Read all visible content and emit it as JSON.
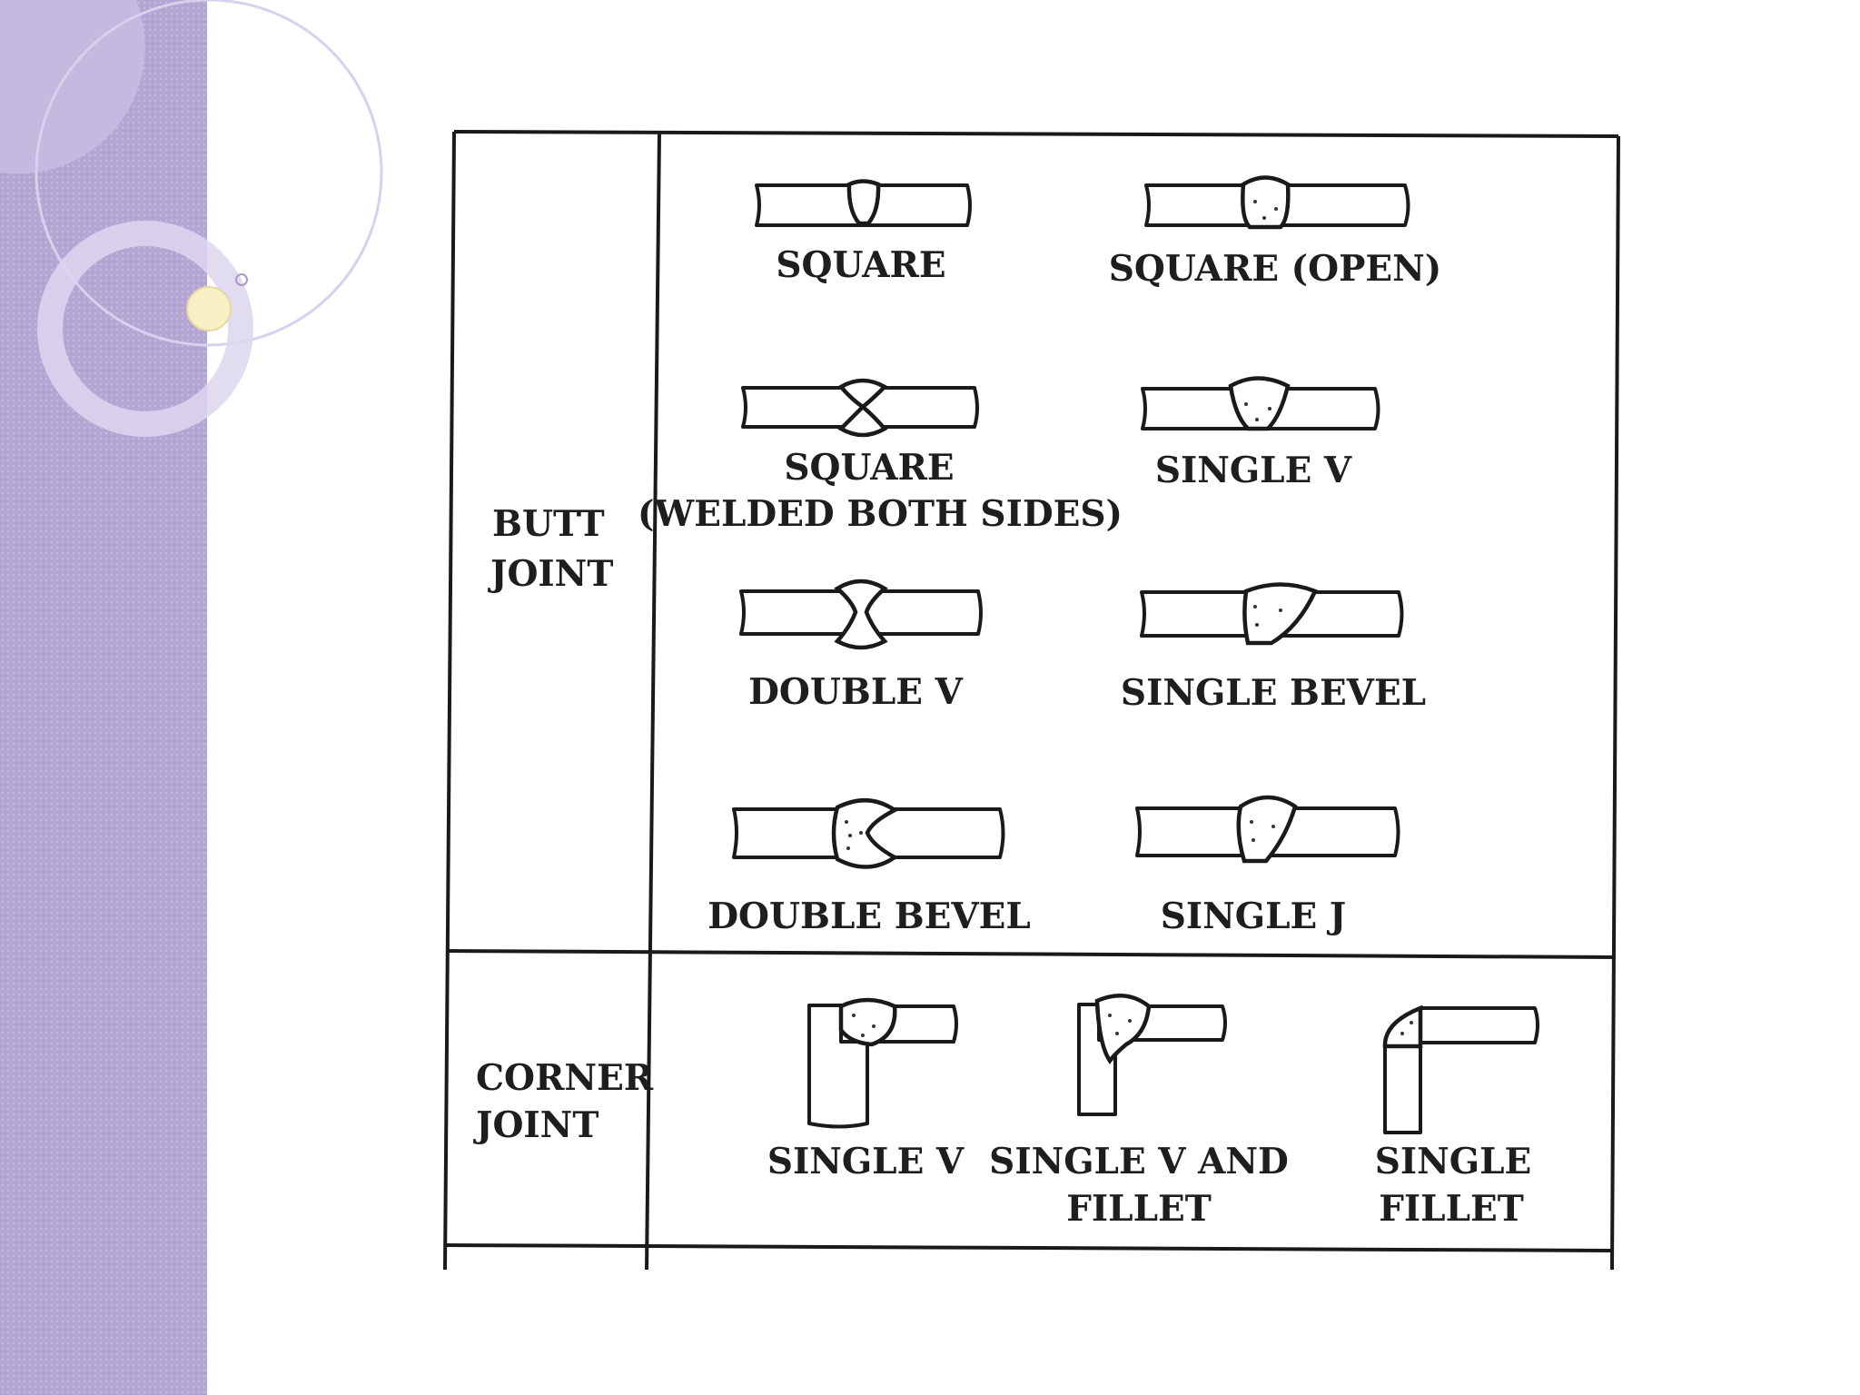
{
  "row_labels": {
    "butt": [
      "BUTT",
      "JOINT"
    ],
    "corner": [
      "CORNER",
      "JOINT"
    ]
  },
  "butt_joints": [
    {
      "id": "square",
      "lines": [
        "SQUARE"
      ]
    },
    {
      "id": "square-open",
      "lines": [
        "SQUARE (OPEN)"
      ]
    },
    {
      "id": "square-both",
      "lines": [
        "SQUARE",
        "(WELDED BOTH SIDES)"
      ]
    },
    {
      "id": "single-v",
      "lines": [
        "SINGLE V"
      ]
    },
    {
      "id": "double-v",
      "lines": [
        "DOUBLE V"
      ]
    },
    {
      "id": "single-bevel",
      "lines": [
        "SINGLE BEVEL"
      ]
    },
    {
      "id": "double-bevel",
      "lines": [
        "DOUBLE BEVEL"
      ]
    },
    {
      "id": "single-j",
      "lines": [
        "SINGLE J"
      ]
    }
  ],
  "corner_joints": [
    {
      "id": "corner-single-v",
      "lines": [
        "SINGLE V"
      ]
    },
    {
      "id": "corner-single-v-fillet",
      "lines": [
        "SINGLE V AND",
        "FILLET"
      ]
    },
    {
      "id": "corner-single-fillet",
      "lines": [
        "SINGLE",
        "FILLET"
      ]
    }
  ]
}
